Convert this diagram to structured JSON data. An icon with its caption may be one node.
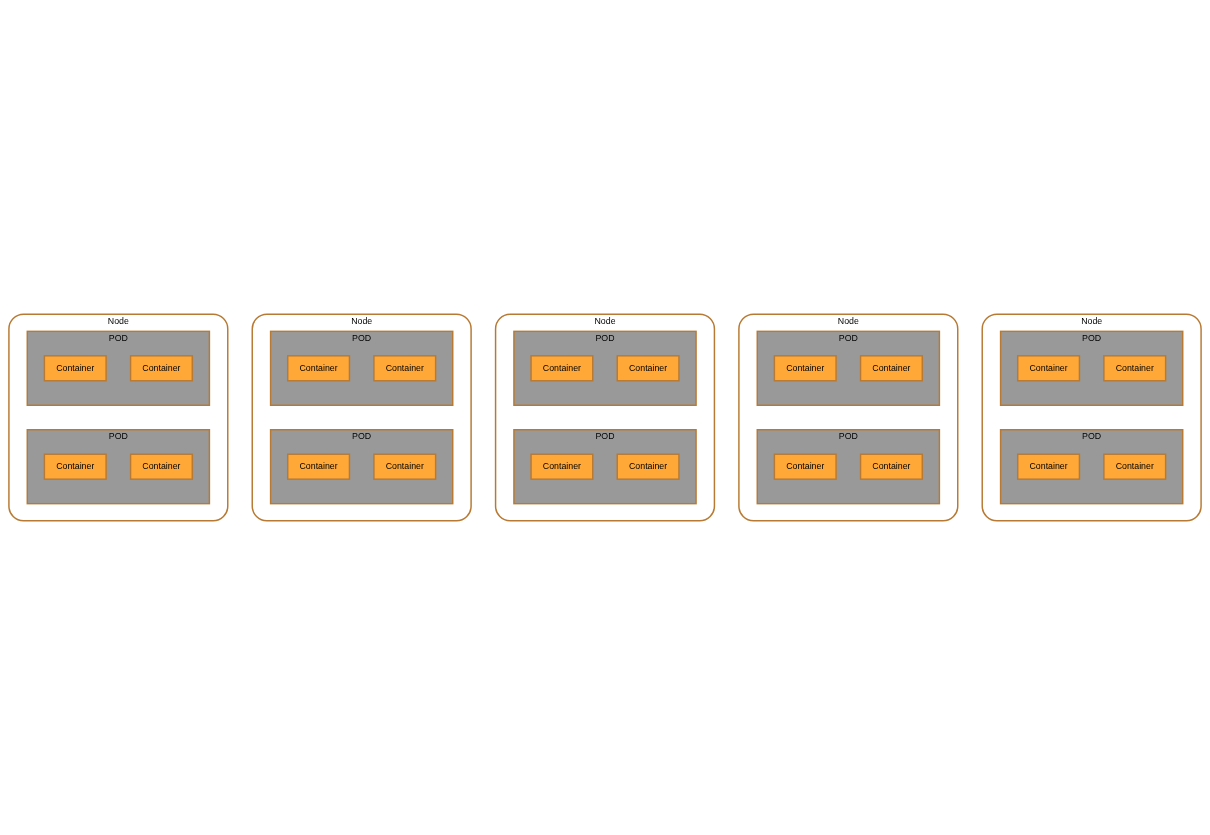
{
  "diagram": {
    "nodes": [
      {
        "text": [
          "Node"
        ]
      },
      {
        "text": [
          "POD"
        ],
        "in": 0
      },
      {
        "text": [
          "Container"
        ],
        "in": 1
      },
      {
        "text": [
          "Container"
        ],
        "in": 1
      },
      {
        "text": [
          "POD"
        ],
        "in": 0
      },
      {
        "text": [
          "Container"
        ],
        "in": 4
      },
      {
        "text": [
          "Container"
        ],
        "in": 4
      },
      {
        "text": [
          "Node"
        ]
      },
      {
        "text": [
          "POD"
        ],
        "in": 7
      },
      {
        "text": [
          "Container"
        ],
        "in": 8
      },
      {
        "text": [
          "Container"
        ],
        "in": 8
      },
      {
        "text": [
          "POD"
        ],
        "in": 7
      },
      {
        "text": [
          "Container"
        ],
        "in": 11
      },
      {
        "text": [
          "Container"
        ],
        "in": 11
      },
      {
        "text": [
          "Node"
        ]
      },
      {
        "text": [
          "POD"
        ],
        "in": 14
      },
      {
        "text": [
          "Container"
        ],
        "in": 15
      },
      {
        "text": [
          "Container"
        ],
        "in": 15
      },
      {
        "text": [
          "POD"
        ],
        "in": 14
      },
      {
        "text": [
          "Container"
        ],
        "in": 18
      },
      {
        "text": [
          "Container"
        ],
        "in": 18
      },
      {
        "text": [
          "Node"
        ]
      },
      {
        "text": [
          "POD"
        ],
        "in": 21
      },
      {
        "text": [
          "Container"
        ],
        "in": 22
      },
      {
        "text": [
          "Container"
        ],
        "in": 22
      },
      {
        "text": [
          "POD"
        ],
        "in": 21
      },
      {
        "text": [
          "Container"
        ],
        "in": 25
      },
      {
        "text": [
          "Container"
        ],
        "in": 25
      },
      {
        "text": [
          "Node"
        ]
      },
      {
        "text": [
          "POD"
        ],
        "in": 28
      },
      {
        "text": [
          "Container"
        ],
        "in": 29
      },
      {
        "text": [
          "Container"
        ],
        "in": 29
      },
      {
        "text": [
          "POD"
        ],
        "in": 28
      },
      {
        "text": [
          "Container"
        ],
        "in": 32
      },
      {
        "text": [
          "Container"
        ],
        "in": 32
      }
    ],
    "edges": []
  }
}
